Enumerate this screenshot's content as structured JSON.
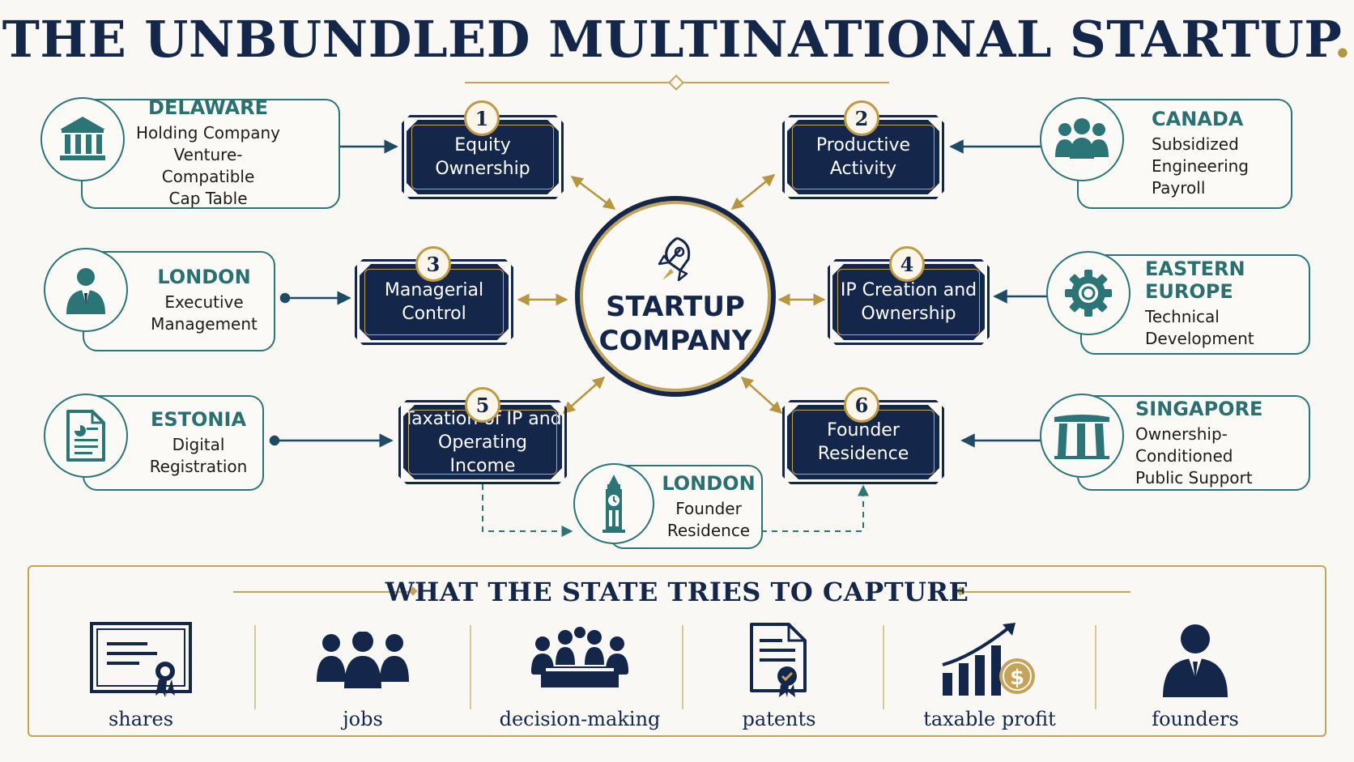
{
  "title": "THE UNBUNDLED MULTINATIONAL STARTUP",
  "title_dot": ".",
  "colors": {
    "navy": "#14264a",
    "teal": "#2c7576",
    "gold": "#c4a35a",
    "background": "#f9f8f4"
  },
  "center": {
    "line1": "STARTUP",
    "line2": "COMPANY",
    "icon": "rocket-icon"
  },
  "functions": [
    {
      "number": "1",
      "line1": "Equity",
      "line2": "Ownership"
    },
    {
      "number": "2",
      "line1": "Productive",
      "line2": "Activity"
    },
    {
      "number": "3",
      "line1": "Managerial",
      "line2": "Control"
    },
    {
      "number": "4",
      "line1": "IP Creation and",
      "line2": "Ownership"
    },
    {
      "number": "5",
      "line1": "Taxation of IP and",
      "line2": "Operating Income"
    },
    {
      "number": "6",
      "line1": "Founder",
      "line2": "Residence"
    }
  ],
  "locations": {
    "delaware": {
      "name": "DELAWARE",
      "lines": [
        "Holding Company",
        "Venture-Compatible",
        "Cap Table"
      ],
      "icon": "bank-icon"
    },
    "canada": {
      "name": "CANADA",
      "lines": [
        "Subsidized",
        "Engineering",
        "Payroll"
      ],
      "icon": "team-icon"
    },
    "london_exec": {
      "name": "LONDON",
      "lines": [
        "Executive",
        "Management"
      ],
      "icon": "executive-icon"
    },
    "eastern_europe": {
      "name": "EASTERN EUROPE",
      "lines": [
        "Technical",
        "Development"
      ],
      "icon": "gear-icon"
    },
    "estonia": {
      "name": "ESTONIA",
      "lines": [
        "Digital",
        "Registration"
      ],
      "icon": "document-icon"
    },
    "singapore": {
      "name": "SINGAPORE",
      "lines": [
        "Ownership-Conditioned",
        "Public Support"
      ],
      "icon": "marina-bay-icon"
    },
    "london_founder": {
      "name": "LONDON",
      "lines": [
        "Founder",
        "Residence"
      ],
      "icon": "big-ben-icon"
    }
  },
  "capture": {
    "title": "WHAT THE STATE TRIES TO CAPTURE",
    "items": [
      {
        "label": "shares",
        "icon": "certificate-icon"
      },
      {
        "label": "jobs",
        "icon": "people-icon"
      },
      {
        "label": "decision-making",
        "icon": "meeting-icon"
      },
      {
        "label": "patents",
        "icon": "patent-icon"
      },
      {
        "label": "taxable profit",
        "icon": "profit-chart-icon"
      },
      {
        "label": "founders",
        "icon": "founder-icon"
      }
    ]
  }
}
